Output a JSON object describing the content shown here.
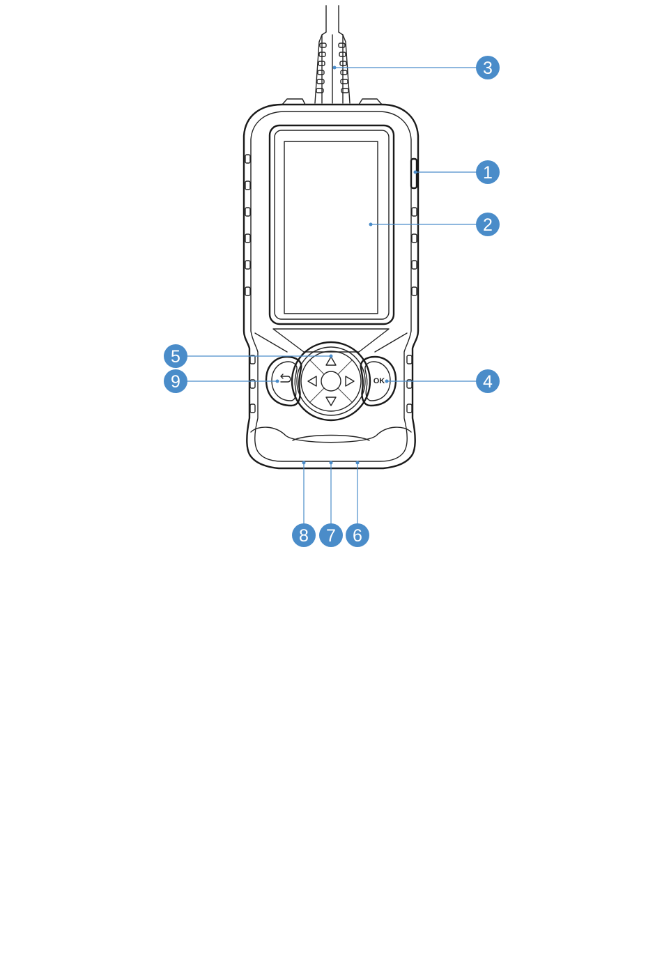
{
  "colors": {
    "callout": "#4a8cc9",
    "outline": "#222222",
    "background": "#ffffff"
  },
  "device": {
    "ok_key_label": "OK",
    "back_key_symbol": "back-arrow-icon",
    "dpad_symbols": [
      "up-triangle-icon",
      "down-triangle-icon",
      "left-triangle-icon",
      "right-triangle-icon"
    ]
  },
  "callouts": [
    {
      "number": "1",
      "target": "side-button"
    },
    {
      "number": "2",
      "target": "screen"
    },
    {
      "number": "3",
      "target": "cable-strain-relief"
    },
    {
      "number": "4",
      "target": "ok-key"
    },
    {
      "number": "5",
      "target": "direction-keys"
    },
    {
      "number": "6",
      "target": "bottom-right-point"
    },
    {
      "number": "7",
      "target": "bottom-center-point"
    },
    {
      "number": "8",
      "target": "bottom-left-point"
    },
    {
      "number": "9",
      "target": "back-key"
    }
  ]
}
